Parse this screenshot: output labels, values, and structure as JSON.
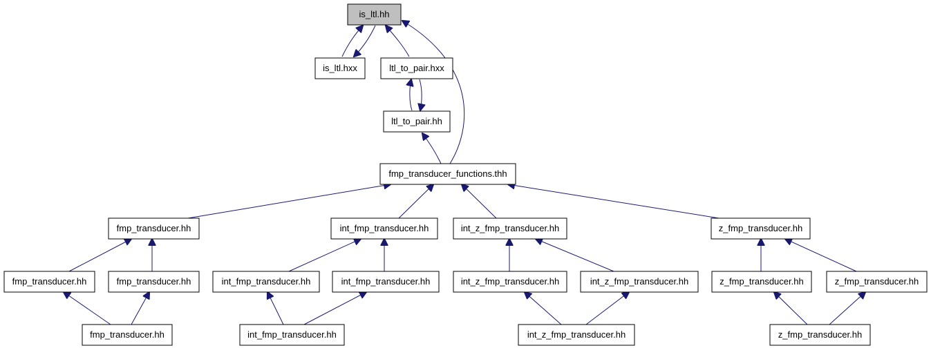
{
  "diagram": {
    "nodes": {
      "is_ltl_hh": "is_ltl.hh",
      "is_ltl_hxx": "is_ltl.hxx",
      "ltl_to_pair_hxx": "ltl_to_pair.hxx",
      "ltl_to_pair_hh": "ltl_to_pair.hh",
      "fmp_tf_thh": "fmp_transducer_functions.thh",
      "fmp_l1": "fmp_transducer.hh",
      "int_fmp_l1": "int_fmp_transducer.hh",
      "int_z_l1": "int_z_fmp_transducer.hh",
      "z_fmp_l1": "z_fmp_transducer.hh",
      "fmp_l2a": "fmp_transducer.hh",
      "fmp_l2b": "fmp_transducer.hh",
      "int_fmp_l2a": "int_fmp_transducer.hh",
      "int_fmp_l2b": "int_fmp_transducer.hh",
      "int_z_l2a": "int_z_fmp_transducer.hh",
      "int_z_l2b": "int_z_fmp_transducer.hh",
      "z_fmp_l2a": "z_fmp_transducer.hh",
      "z_fmp_l2b": "z_fmp_transducer.hh",
      "fmp_l3": "fmp_transducer.hh",
      "int_fmp_l3": "int_fmp_transducer.hh",
      "int_z_l3": "int_z_fmp_transducer.hh",
      "z_fmp_l3": "z_fmp_transducer.hh"
    },
    "colors": {
      "edge": "#191970",
      "highlight_fill": "#bfbfbf",
      "node_fill": "#ffffff",
      "node_border": "#000000"
    }
  }
}
